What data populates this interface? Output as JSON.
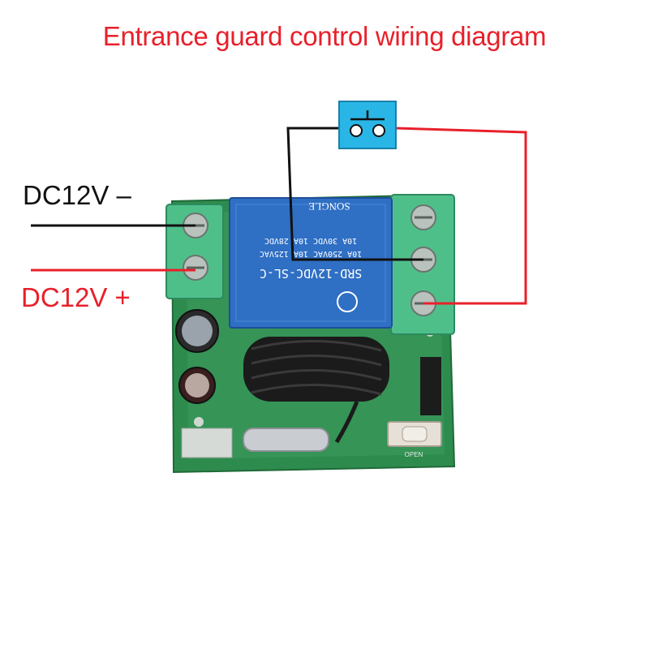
{
  "title": "Entrance guard control wiring diagram",
  "labels": {
    "negative": "DC12V –",
    "positive": "DC12V +"
  },
  "relay": {
    "model": "SRD-12VDC-SL-C",
    "line1": "10A 250VAC 10A 125VAC",
    "line2": "10A 30VDC 10A 28VDC",
    "brand": "SONGLE"
  },
  "board_marking": "OPEN",
  "icons": [
    "push-button-icon",
    "wire-terminal-icon",
    "antenna-coil-icon"
  ],
  "colors": {
    "title": "#e8202a",
    "wire_positive": "#e8202a",
    "wire_negative": "#111111",
    "button_box": "#29b6e6",
    "pcb": "#2e8b4e",
    "relay": "#2f6fc4",
    "terminal": "#4fbf8a"
  }
}
